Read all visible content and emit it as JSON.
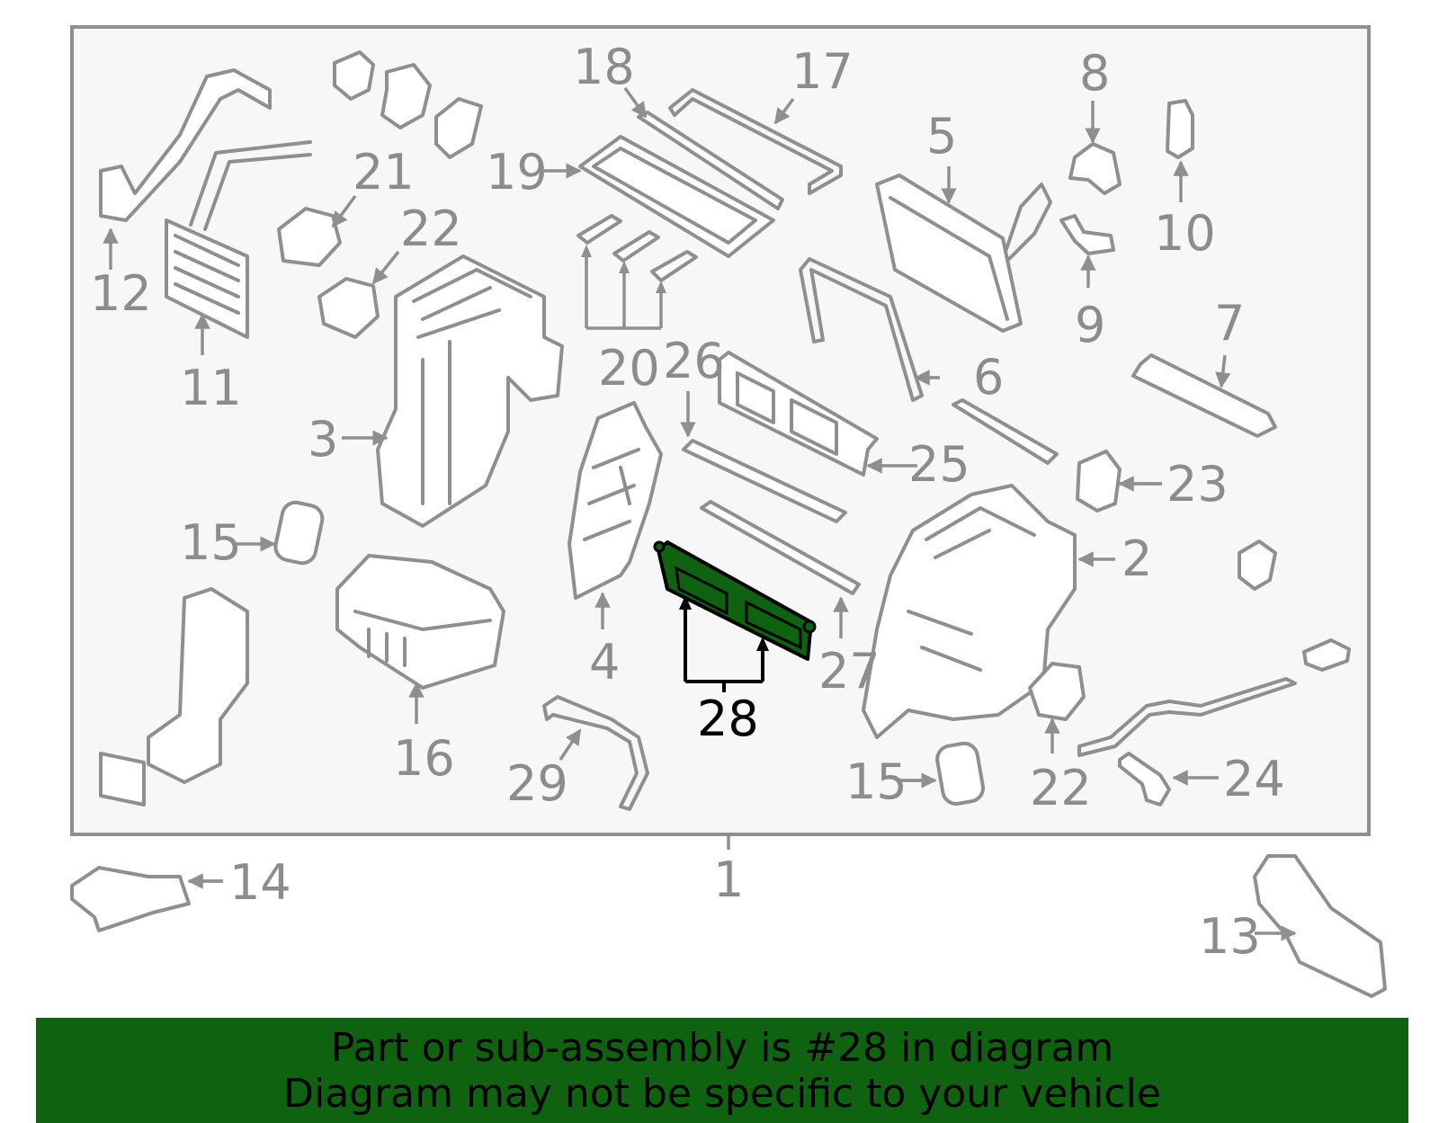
{
  "diagram": {
    "highlight_color": "#0f6310",
    "part_color": "#8f8f8f",
    "panel_color": "#f7f7f7",
    "highlighted_part": "28",
    "callouts": {
      "c1": "1",
      "c2": "2",
      "c3": "3",
      "c4": "4",
      "c5": "5",
      "c6": "6",
      "c7": "7",
      "c8": "8",
      "c9": "9",
      "c10": "10",
      "c11": "11",
      "c12": "12",
      "c13": "13",
      "c14": "14",
      "c15a": "15",
      "c15b": "15",
      "c16": "16",
      "c17": "17",
      "c18": "18",
      "c19": "19",
      "c20": "20",
      "c21": "21",
      "c22a": "22",
      "c22b": "22",
      "c23": "23",
      "c24": "24",
      "c25": "25",
      "c26": "26",
      "c27": "27",
      "c28": "28",
      "c29": "29"
    }
  },
  "banner": {
    "line1": "Part or sub-assembly is #28 in diagram",
    "line2": "Diagram may not be specific to your vehicle"
  }
}
